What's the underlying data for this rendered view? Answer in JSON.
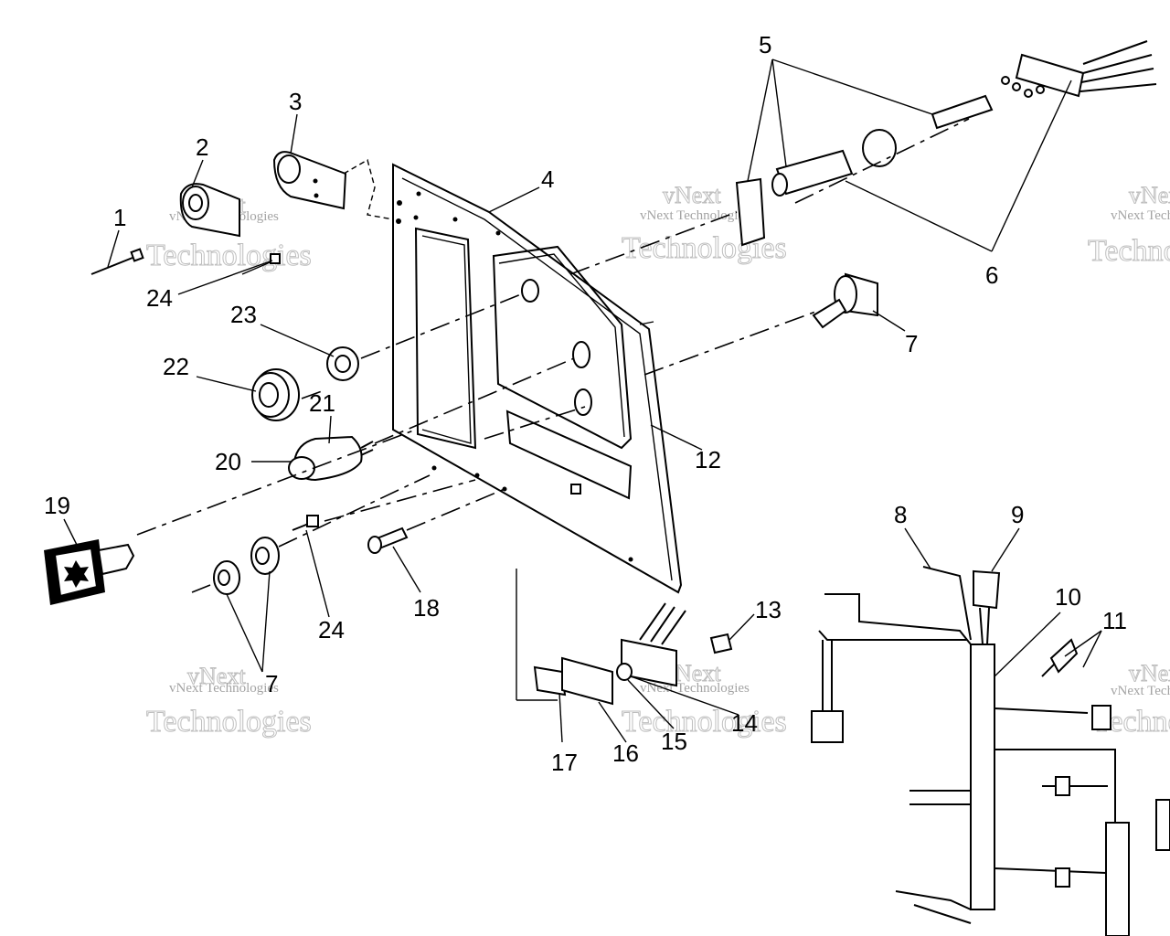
{
  "callouts": {
    "c1": "1",
    "c2": "2",
    "c3": "3",
    "c4": "4",
    "c5": "5",
    "c6": "6",
    "c7a": "7",
    "c7b": "7",
    "c8": "8",
    "c9": "9",
    "c10": "10",
    "c11": "11",
    "c12": "12",
    "c13": "13",
    "c14": "14",
    "c15": "15",
    "c16": "16",
    "c17": "17",
    "c18": "18",
    "c19": "19",
    "c20": "20",
    "c21": "21",
    "c22": "22",
    "c23": "23",
    "c24a": "24",
    "c24b": "24"
  },
  "watermark": {
    "big_line1": "vNext",
    "big_line2": "Technologies",
    "small": "vNext Technologies"
  }
}
